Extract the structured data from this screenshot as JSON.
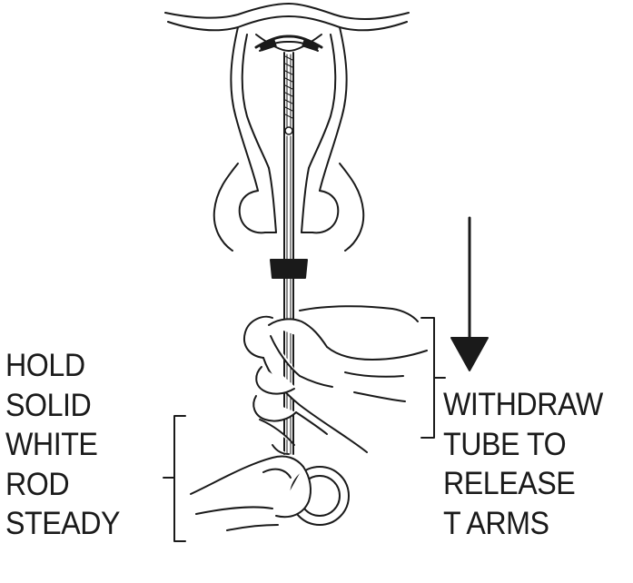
{
  "left_instruction": {
    "lines": [
      "HOLD",
      "SOLID",
      "WHITE",
      "ROD",
      "STEADY"
    ]
  },
  "right_instruction": {
    "lines": [
      "WITHDRAW",
      "TUBE TO",
      "RELEASE",
      "T ARMS"
    ]
  },
  "colors": {
    "ink": "#1a1a1a",
    "background": "#ffffff"
  },
  "icons": {
    "direction": "down-arrow-icon"
  }
}
